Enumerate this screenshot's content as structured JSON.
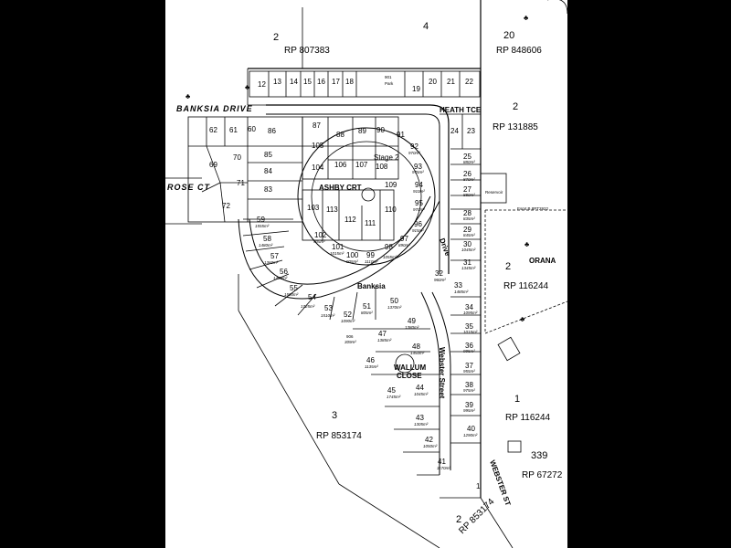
{
  "roads": {
    "banksia_drive": "BANKSIA DRIVE",
    "heath_tce": "HEATH TCE",
    "rose_ct": "ROSE CT",
    "ashby_crt": "ASHBY CRT",
    "drive": "Drive",
    "banksia": "Banksia",
    "wallum": "WALLUM",
    "close": "CLOSE",
    "webster_street": "Webster Street",
    "webster_st": "WEBSTER ST",
    "orana": "ORANA"
  },
  "parcels": {
    "p2_top": "2",
    "rp_807383": "RP 807383",
    "p4": "4",
    "p20": "20",
    "rp_848606": "RP 848606",
    "p2_right": "2",
    "rp_131885": "RP 131885",
    "p2_orana": "2",
    "rp_116244_a": "RP 116244",
    "p1": "1",
    "rp_116244_b": "RP 116244",
    "p3": "3",
    "rp_853174": "RP 853174",
    "p339": "339",
    "rp_67272": "RP 67272",
    "p1_small": "1",
    "p2_bottom": "2",
    "rp_853174_b": "RP 853174",
    "stage2": "Stage 2",
    "reservoir": "Reservoir",
    "park": "Park",
    "easement_note": "Esmt B 8PT2922"
  },
  "top_lots": [
    "12",
    "13",
    "14",
    "15",
    "16",
    "17",
    "18",
    "901",
    "19",
    "20",
    "21",
    "22"
  ],
  "left_lots": [
    "62",
    "61",
    "60",
    "86",
    "69",
    "70",
    "85",
    "84",
    "71",
    "83",
    "72"
  ],
  "inner_lots": [
    {
      "n": "87"
    },
    {
      "n": "88"
    },
    {
      "n": "89"
    },
    {
      "n": "90"
    },
    {
      "n": "91"
    },
    {
      "n": "105"
    },
    {
      "n": "106"
    },
    {
      "n": "107"
    },
    {
      "n": "108"
    },
    {
      "n": "104"
    },
    {
      "n": "109"
    },
    {
      "n": "103"
    },
    {
      "n": "113"
    },
    {
      "n": "112"
    },
    {
      "n": "111"
    },
    {
      "n": "110"
    }
  ],
  "ring_lots": [
    {
      "n": "92",
      "a": "970m²"
    },
    {
      "n": "93",
      "a": "975m²"
    },
    {
      "n": "94",
      "a": "910m²"
    },
    {
      "n": "95",
      "a": "970m²"
    },
    {
      "n": "96",
      "a": "915m²"
    },
    {
      "n": "97",
      "a": "890m²"
    },
    {
      "n": "98",
      "a": "1055m²"
    },
    {
      "n": "99",
      "a": "1110m²"
    },
    {
      "n": "100",
      "a": "905m²"
    },
    {
      "n": "101",
      "a": "1015m²"
    },
    {
      "n": "102",
      "a": "905m²"
    }
  ],
  "east_lots": [
    {
      "n": "24"
    },
    {
      "n": "23"
    },
    {
      "n": "25",
      "a": "880m²"
    },
    {
      "n": "26",
      "a": "870m²"
    },
    {
      "n": "27",
      "a": "880m²"
    },
    {
      "n": "28",
      "a": "835m²"
    },
    {
      "n": "29",
      "a": "845m²"
    },
    {
      "n": "30",
      "a": "1045m²"
    },
    {
      "n": "31",
      "a": "1345m²"
    },
    {
      "n": "32",
      "a": "960m²"
    },
    {
      "n": "33",
      "a": "1485m²"
    },
    {
      "n": "34",
      "a": "1095m²"
    },
    {
      "n": "35",
      "a": "1015m²"
    },
    {
      "n": "36",
      "a": "995m²"
    },
    {
      "n": "37",
      "a": "955m²"
    },
    {
      "n": "38",
      "a": "975m²"
    },
    {
      "n": "39",
      "a": "995m²"
    },
    {
      "n": "40",
      "a": "1290m²"
    }
  ],
  "west_lots": [
    {
      "n": "59",
      "a": "1555m²"
    },
    {
      "n": "58",
      "a": "1480m²"
    },
    {
      "n": "57",
      "a": "1360m²"
    },
    {
      "n": "56",
      "a": "1435m²"
    },
    {
      "n": "55",
      "a": "1500m²"
    },
    {
      "n": "54",
      "a": "1725m²"
    },
    {
      "n": "53",
      "a": "1510m²"
    },
    {
      "n": "52",
      "a": "1090m²"
    },
    {
      "n": "51",
      "a": "805m²"
    },
    {
      "n": "50",
      "a": "1370m²"
    },
    {
      "n": "49",
      "a": "1380m²"
    },
    {
      "n": "906",
      "a": "309m²"
    },
    {
      "n": "47",
      "a": "1385m²"
    },
    {
      "n": "48",
      "a": "1450m²"
    },
    {
      "n": "46",
      "a": "1135m²"
    },
    {
      "n": "45",
      "a": "1745m²"
    },
    {
      "n": "44",
      "a": "1045m²"
    },
    {
      "n": "43",
      "a": "1305m²"
    },
    {
      "n": "42",
      "a": "1050m²"
    },
    {
      "n": "41",
      "a": "1170m²"
    }
  ]
}
